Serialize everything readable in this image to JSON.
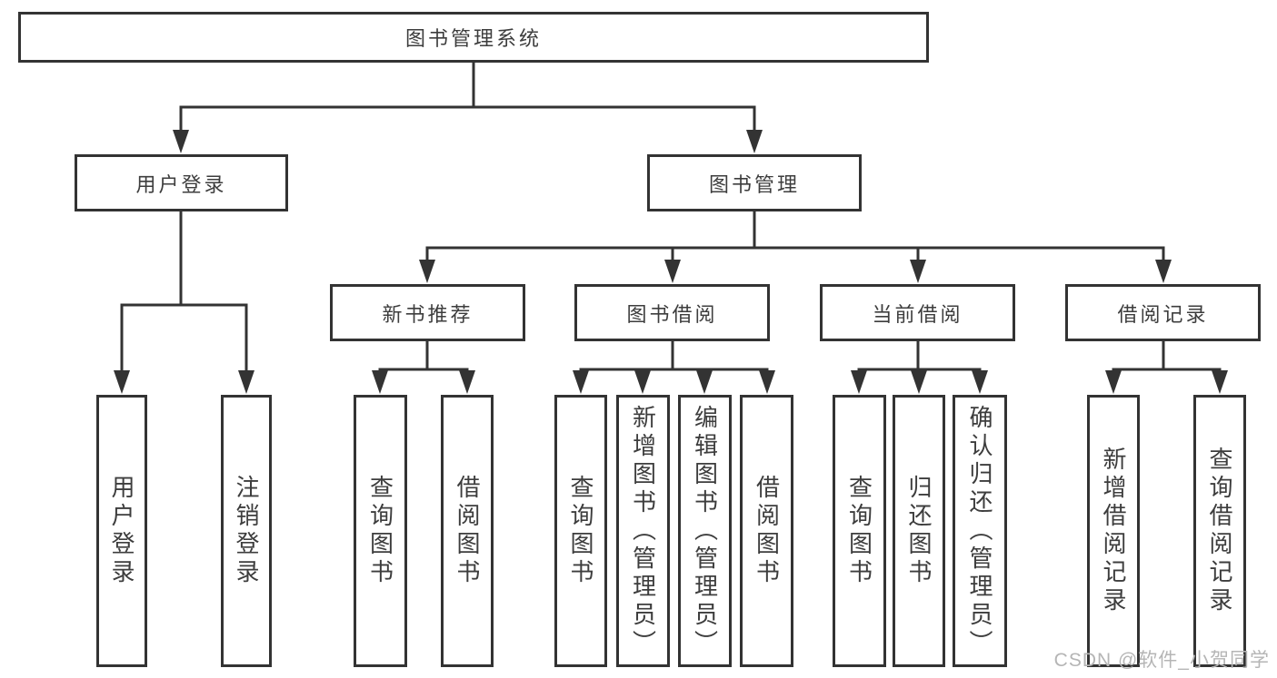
{
  "colors": {
    "line": "#333333",
    "text": "#3d3d3d",
    "watermark": "#b5b5b5",
    "bg": "#ffffff"
  },
  "watermark": "CSDN @软件_小贺同学",
  "tree": {
    "root": {
      "label": "图书管理系统"
    },
    "branches": [
      {
        "label": "用户登录",
        "children": [
          {
            "label": "用户登录"
          },
          {
            "label": "注销登录"
          }
        ]
      },
      {
        "label": "图书管理",
        "children": [
          {
            "label": "新书推荐",
            "children": [
              {
                "label": "查询图书"
              },
              {
                "label": "借阅图书"
              }
            ]
          },
          {
            "label": "图书借阅",
            "children": [
              {
                "label": "查询图书"
              },
              {
                "label": "新增图书（管理员）"
              },
              {
                "label": "编辑图书（管理员）"
              },
              {
                "label": "借阅图书"
              }
            ]
          },
          {
            "label": "当前借阅",
            "children": [
              {
                "label": "查询图书"
              },
              {
                "label": "归还图书"
              },
              {
                "label": "确认归还（管理员）"
              }
            ]
          },
          {
            "label": "借阅记录",
            "children": [
              {
                "label": "新增借阅记录"
              },
              {
                "label": "查询借阅记录"
              }
            ]
          }
        ]
      }
    ]
  }
}
